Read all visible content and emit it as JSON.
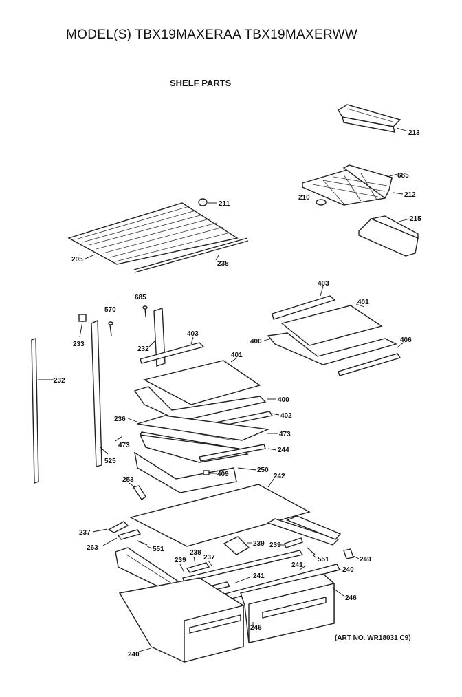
{
  "header": {
    "model_title": "MODEL(S) TBX19MAXERAA TBX19MAXERWW",
    "section_title": "SHELF PARTS"
  },
  "footer": {
    "art_no": "(ART NO. WR18031 C9)"
  },
  "callouts": {
    "c213": "213",
    "c685a": "685",
    "c212": "212",
    "c210": "210",
    "c211": "211",
    "c215": "215",
    "c205": "205",
    "c235": "235",
    "c403a": "403",
    "c401a": "401",
    "c685b": "685",
    "c570": "570",
    "c233": "233",
    "c232a": "232",
    "c403b": "403",
    "c400a": "400",
    "c406": "406",
    "c232b": "232",
    "c401b": "401",
    "c400b": "400",
    "c236": "236",
    "c402": "402",
    "c473a": "473",
    "c473b": "473",
    "c244": "244",
    "c525": "525",
    "c409": "409",
    "c250": "250",
    "c253": "253",
    "c242": "242",
    "c237a": "237",
    "c263": "263",
    "c551a": "551",
    "c239a": "239",
    "c239b": "239",
    "c238": "238",
    "c237b": "237",
    "c239c": "239",
    "c551b": "551",
    "c249": "249",
    "c241a": "241",
    "c241b": "241",
    "c240a": "240",
    "c246a": "246",
    "c246b": "246",
    "c240b": "240"
  }
}
